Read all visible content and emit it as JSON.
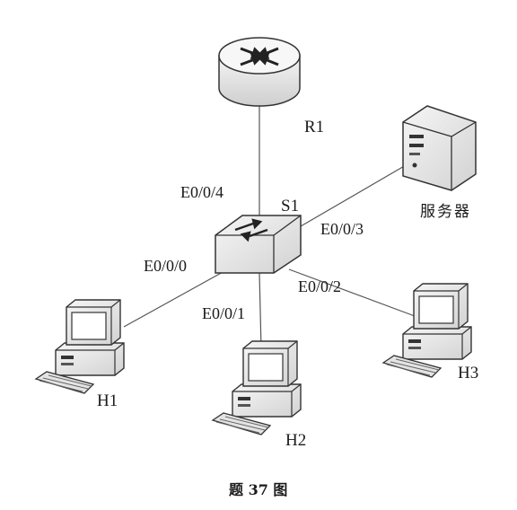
{
  "colors": {
    "line": "#555555",
    "device_fill": "#eeeeee",
    "device_stroke": "#333333"
  },
  "nodes": {
    "router": {
      "label": "R1",
      "icon": "router-icon"
    },
    "switch": {
      "label": "S1",
      "icon": "switch-icon"
    },
    "server": {
      "label": "服务器",
      "icon": "server-icon"
    },
    "h1": {
      "label": "H1",
      "icon": "computer-icon"
    },
    "h2": {
      "label": "H2",
      "icon": "computer-icon"
    },
    "h3": {
      "label": "H3",
      "icon": "computer-icon"
    }
  },
  "ports": {
    "to_router": "E0/0/4",
    "to_server": "E0/0/3",
    "to_h1": "E0/0/0",
    "to_h2": "E0/0/1",
    "to_h3": "E0/0/2"
  },
  "caption": "题 37 图"
}
